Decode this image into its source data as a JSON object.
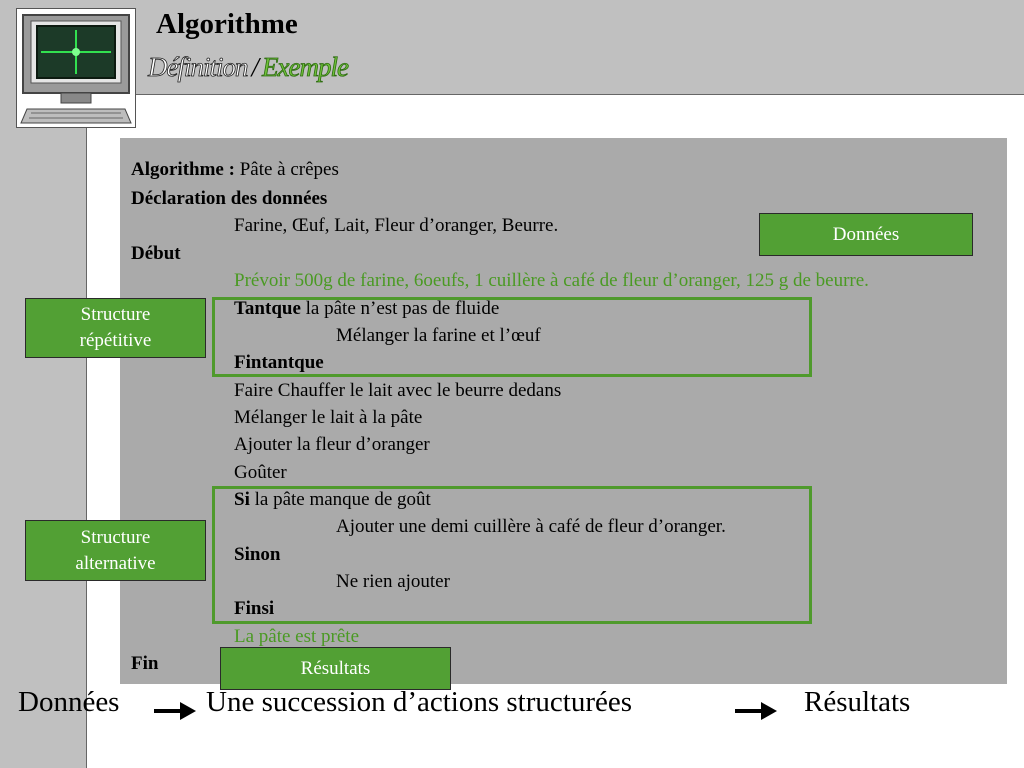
{
  "header": {
    "title": "Algorithme",
    "subtitle_definition": "Définition",
    "subtitle_separator": "/",
    "subtitle_example": "Exemple"
  },
  "algorithm": {
    "heading_label": "Algorithme :",
    "heading_value": " Pâte à crêpes",
    "declaration_label": "Déclaration des données",
    "declaration_values": "Farine, Œuf, Lait, Fleur d’oranger, Beurre.",
    "start_label": "Début",
    "prepare": "Prévoir 500g de farine, 6oeufs, 1 cuillère à café de fleur d’oranger, 125 g de beurre.",
    "while_keyword": "Tantque",
    "while_condition": " la pâte n’est pas de fluide",
    "while_body": "Mélanger la farine et l’œuf",
    "while_end": "Fintantque",
    "step_heat": "Faire Chauffer le lait avec le beurre dedans",
    "step_mix": "Mélanger le lait à la pâte",
    "step_add": "Ajouter la fleur d’oranger",
    "step_taste": "Goûter",
    "if_keyword": "Si",
    "if_condition": " la pâte manque de goût",
    "if_body": "Ajouter une demi cuillère à café de fleur d’oranger.",
    "else_keyword": "Sinon",
    "else_body": "Ne rien ajouter",
    "if_end": "Finsi",
    "result_line": "La pâte est prête",
    "end_label": "Fin"
  },
  "labels": {
    "donnees": "Données",
    "repetitive_line1": "Structure",
    "repetitive_line2": "répétitive",
    "alternative_line1": "Structure",
    "alternative_line2": "alternative",
    "resultats": "Résultats"
  },
  "summary": {
    "input": "Données",
    "process": "Une succession d’actions structurées",
    "output": "Résultats"
  },
  "colors": {
    "accent_green": "#52a034",
    "box_border_green": "#4f9a2c",
    "panel_grey": "#aaaaaa"
  },
  "icons": {
    "logo": "computer-monitor-icon",
    "arrow": "arrow-right-icon"
  }
}
